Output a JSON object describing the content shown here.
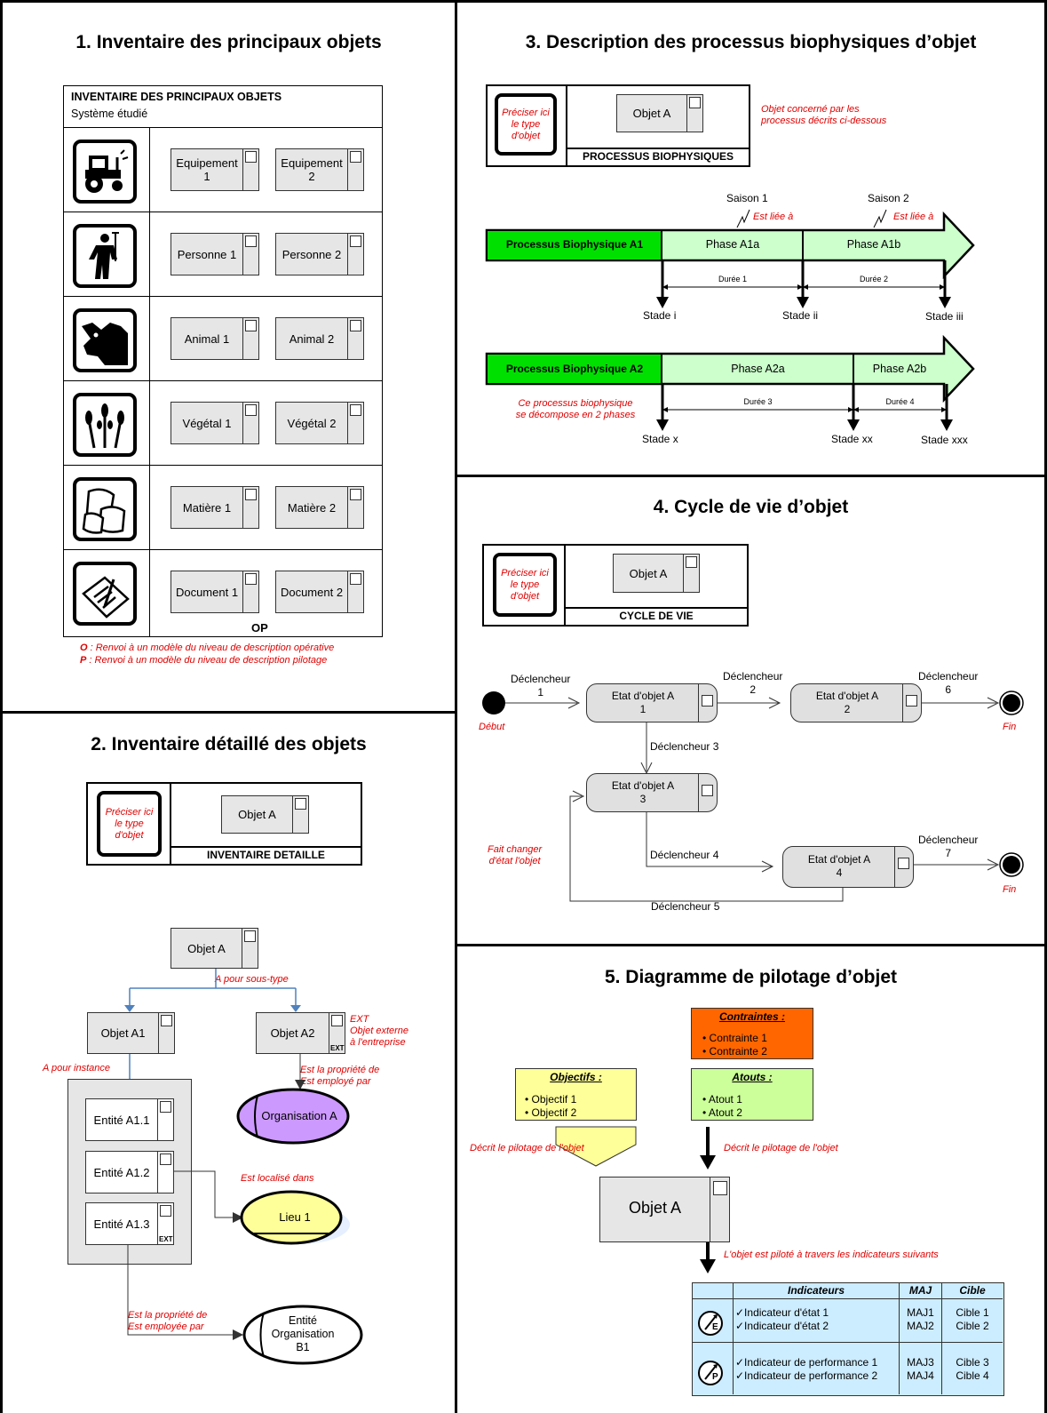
{
  "section1": {
    "title": "1. Inventaire des principaux objets",
    "table_header": "INVENTAIRE DES PRINCIPAUX OBJETS",
    "table_subheader": "Système étudié",
    "rows": [
      {
        "icon": "tractor-icon",
        "a": "Equipement 1",
        "b": "Equipement 2"
      },
      {
        "icon": "farmer-icon",
        "a": "Personne 1",
        "b": "Personne 2"
      },
      {
        "icon": "cow-icon",
        "a": "Animal 1",
        "b": "Animal 2"
      },
      {
        "icon": "wheat-icon",
        "a": "Végétal 1",
        "b": "Végétal 2"
      },
      {
        "icon": "sacks-icon",
        "a": "Matière 1",
        "b": "Matière 2"
      },
      {
        "icon": "document-icon",
        "a": "Document 1",
        "b": "Document 2"
      }
    ],
    "op_label": "OP",
    "note_o_key": "O",
    "note_o": " : Renvoi à un modèle du niveau de description opérative",
    "note_p_key": "P",
    "note_p": " : Renvoi à un modèle du niveau de description pilotage"
  },
  "section2": {
    "title": "2. Inventaire détaillé des objets",
    "type_hint": "Préciser ici le type d'objet",
    "header_obj": "Objet A",
    "header_label": "INVENTAIRE DETAILLE",
    "obj_a": "Objet A",
    "subtype_label": "A pour sous-type",
    "obj_a1": "Objet A1",
    "obj_a2": "Objet A2",
    "ext": "EXT",
    "ext_note": "EXT\nObjet externe\nà l'entreprise",
    "instance_label": "A pour instance",
    "entities": [
      "Entité A1.1",
      "Entité A1.2",
      "Entité A1.3"
    ],
    "owner_label_1": "Est la propriété de\nEst employé par",
    "organisation": "Organisation A",
    "localise_label": "Est localisé dans",
    "lieu": "Lieu 1",
    "owner_label_2": "Est la propriété de\nEst employée par",
    "entite_org": "Entité\nOrganisation\nB1"
  },
  "section3": {
    "title": "3. Description des processus biophysiques d’objet",
    "type_hint": "Préciser ici le type d'objet",
    "header_obj": "Objet A",
    "header_label": "PROCESSUS BIOPHYSIQUES",
    "obj_note": "Objet concerné par les\nprocessus décrits ci-dessous",
    "saison1": "Saison 1",
    "saison2": "Saison 2",
    "liee": "Est liée à",
    "proc_a1": "Processus Biophysique A1",
    "phase_a1a": "Phase A1a",
    "phase_a1b": "Phase A1b",
    "duree1": "Durée 1",
    "duree2": "Durée 2",
    "stade_i": "Stade i",
    "stade_ii": "Stade ii",
    "stade_iii": "Stade iii",
    "proc_a2": "Processus Biophysique A2",
    "phase_a2a": "Phase A2a",
    "phase_a2b": "Phase A2b",
    "duree3": "Durée 3",
    "duree4": "Durée 4",
    "decomp_note": "Ce processus biophysique\nse décompose en 2 phases",
    "stade_x": "Stade x",
    "stade_xx": "Stade xx",
    "stade_xxx": "Stade xxx"
  },
  "section4": {
    "title": "4. Cycle de vie d’objet",
    "type_hint": "Préciser ici le type d'objet",
    "header_obj": "Objet A",
    "header_label": "CYCLE DE VIE",
    "debut": "Début",
    "fin": "Fin",
    "d1": "Déclencheur\n1",
    "d2": "Déclencheur\n2",
    "d6": "Déclencheur\n6",
    "d3": "Déclencheur 3",
    "d4": "Déclencheur 4",
    "d5": "Déclencheur 5",
    "d7": "Déclencheur\n7",
    "e1": "Etat d'objet A\n1",
    "e2": "Etat d'objet A\n2",
    "e3": "Etat d'objet A\n3",
    "e4": "Etat d'objet A\n4",
    "change_note": "Fait changer\nd'état l'objet"
  },
  "section5": {
    "title": "5. Diagramme de pilotage d’objet",
    "contraintes_title": "Contraintes :",
    "contraintes": [
      "Contrainte 1",
      "Contrainte 2"
    ],
    "objectifs_title": "Objectifs :",
    "objectifs": [
      "Objectif 1",
      "Objectif 2"
    ],
    "atouts_title": "Atouts :",
    "atouts": [
      "Atout 1",
      "Atout 2"
    ],
    "decrit_1": "Décrit le pilotage de l'objet",
    "decrit_2": "Décrit le pilotage de l'objet",
    "obj": "Objet A",
    "pilote_note": "L'objet est piloté à travers les indicateurs suivants",
    "th_ind": "Indicateurs",
    "th_maj": "MAJ",
    "th_cible": "Cible",
    "row1_ind": "✓Indicateur d'état 1\n✓Indicateur d'état 2",
    "row1_maj": "MAJ1\nMAJ2",
    "row1_cible": "Cible 1\nCible 2",
    "row2_ind": "✓Indicateur de performance 1\n✓Indicateur de performance 2",
    "row2_maj": "MAJ3\nMAJ4",
    "row2_cible": "Cible 3\nCible 4",
    "gauge_e": "E",
    "gauge_p": "P"
  },
  "colors": {
    "red": "#e00000",
    "green": "#00e000",
    "light_green": "#ccffcc",
    "orange": "#ff6600",
    "yellow": "#ffff99",
    "atouts_green": "#ccff99",
    "purple": "#cc99ff",
    "lieu_yellow": "#ffff99",
    "table_blue": "#ccecff"
  }
}
